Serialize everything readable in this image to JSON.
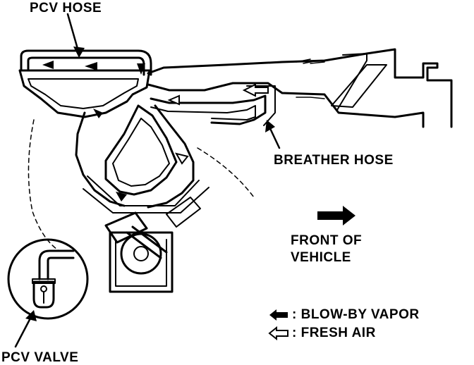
{
  "labels": {
    "pcv_hose": "PCV HOSE",
    "breather_hose": "BREATHER HOSE",
    "front_line1": "FRONT OF",
    "front_line2": "VEHICLE",
    "pcv_valve": "PCV VALVE"
  },
  "legend": [
    {
      "symbol": "solid-arrow",
      "text": ": BLOW-BY VAPOR"
    },
    {
      "symbol": "outline-arrow",
      "text": ": FRESH AIR"
    }
  ],
  "colors": {
    "ink": "#000000",
    "paper": "#ffffff"
  }
}
